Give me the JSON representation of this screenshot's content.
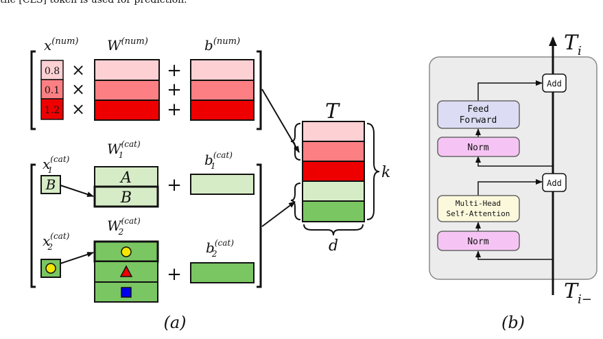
{
  "top_caption": "the [CLS] token is used for prediction.",
  "panel_a": {
    "caption": "(a)",
    "numerical": {
      "x_label": "x",
      "x_sup": "(num)",
      "w_label": "W",
      "w_sup": "(num)",
      "b_label": "b",
      "b_sup": "(num)",
      "values": [
        "0.8",
        "0.1",
        "1.2"
      ],
      "times": "×",
      "plus": "+"
    },
    "categorical": {
      "x1_label": "x",
      "x1_sub": "1",
      "x1_sup": "(cat)",
      "x1_value": "B",
      "w1_label": "W",
      "w1_sub": "1",
      "w1_sup": "(cat)",
      "w1_rows": [
        "A",
        "B"
      ],
      "b1_label": "b",
      "b1_sub": "1",
      "b1_sup": "(cat)",
      "x2_label": "x",
      "x2_sub": "2",
      "x2_sup": "(cat)",
      "w2_label": "W",
      "w2_sub": "2",
      "w2_sup": "(cat)",
      "b2_label": "b",
      "b2_sub": "2",
      "b2_sup": "(cat)",
      "w2_row_icons": [
        "yellow-circle",
        "red-triangle",
        "blue-square"
      ],
      "plus": "+"
    },
    "tensor": {
      "label": "T",
      "k_label": "k",
      "d_label": "d"
    }
  },
  "panel_b": {
    "caption": "(b)",
    "output_label": "T",
    "output_sub": "i",
    "input_label": "T",
    "input_sub": "i−",
    "add_top": "Add",
    "add_bottom": "Add",
    "ff_line1": "Feed",
    "ff_line2": "Forward",
    "norm_top": "Norm",
    "mhsa_line1": "Multi-Head",
    "mhsa_line2": "Self-Attention",
    "norm_bottom": "Norm"
  },
  "colors": {
    "light_red": "#fdd0d3",
    "mid_red": "#fb7f83",
    "red": "#ee0000",
    "light_green": "#d6ecc6",
    "green": "#7ac662",
    "ff_fill": "#dcdcf4",
    "norm_fill": "#f6c4f4",
    "mhsa_fill": "#fbf8dc",
    "block_bg": "#ececec"
  }
}
